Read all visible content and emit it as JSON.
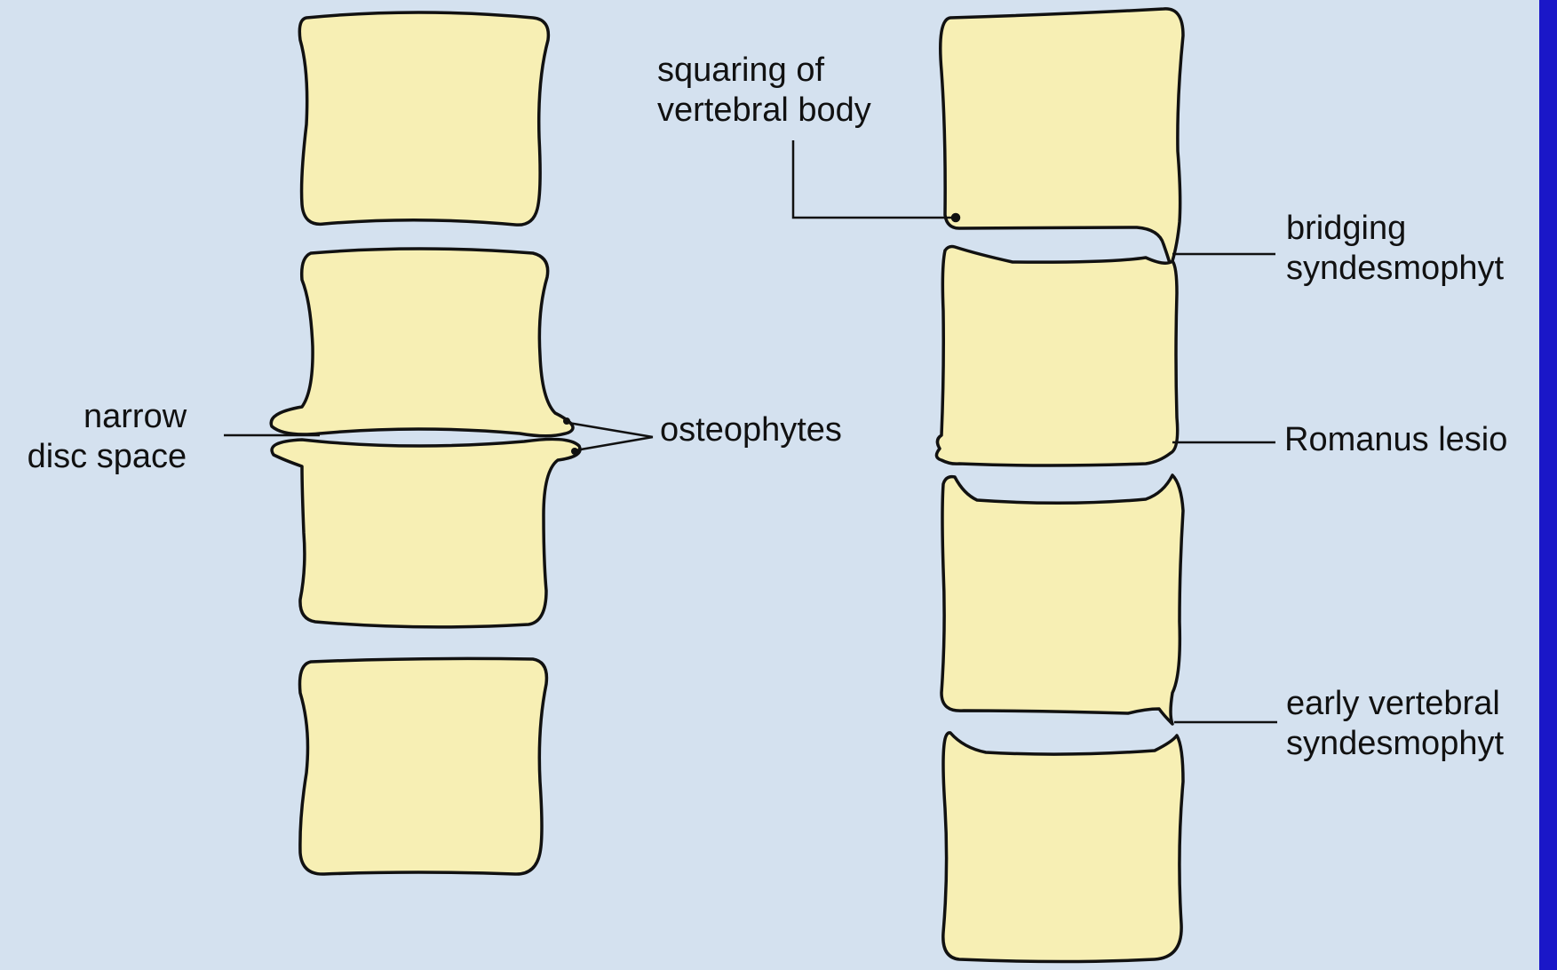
{
  "labels": {
    "narrow_disc_space": [
      "narrow",
      "disc space"
    ],
    "osteophytes": "osteophytes",
    "squaring": [
      "squaring of",
      "vertebral body"
    ],
    "bridging": [
      "bridging",
      "syndesmophyt"
    ],
    "romanus": "Romanus lesio",
    "early": [
      "early vertebral",
      "syndesmophyt"
    ]
  },
  "colors": {
    "background": "#d4e1ef",
    "bone": "#f7efb4",
    "outline": "#111111",
    "edge_bar": "#1a17c8"
  }
}
